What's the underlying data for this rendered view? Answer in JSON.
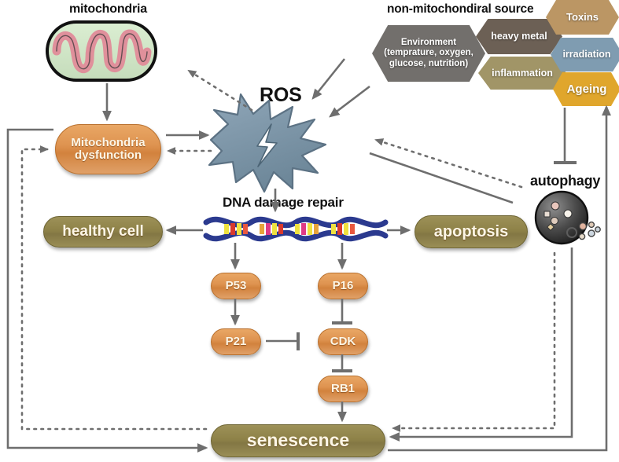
{
  "figure": {
    "title": "ROS-mediated DNA damage, senescence and autophagy pathway diagram",
    "labels": {
      "mitochondria": "mitochondria",
      "non_mitochondrial_source": "non-mitochondiral source",
      "ros": "ROS",
      "dna_damage_repair": "DNA damage repair",
      "autophagy": "autophagy"
    }
  },
  "nodes": {
    "mitochondria_dysfunction": "Mitochondria dysfunction",
    "healthy_cell": "healthy cell",
    "apoptosis": "apoptosis",
    "senescence": "senescence",
    "p53": "P53",
    "p21": "P21",
    "p16": "P16",
    "cdk": "CDK",
    "rb1": "RB1"
  },
  "sources": [
    {
      "id": "environment",
      "label": "Environment (tempratureoxygen, glucose, nutrition)",
      "line1": "Environment",
      "line2": "(temprature, oxygen,",
      "line3": "glucose,  nutrition)",
      "color": "#726f6c"
    },
    {
      "id": "heavy-metal",
      "label": "heavy metal",
      "color": "#6c6055"
    },
    {
      "id": "inflammation",
      "label": "inflammation",
      "color": "#a19567"
    },
    {
      "id": "toxins",
      "label": "Toxins",
      "color": "#bb9664"
    },
    {
      "id": "irradiation",
      "label": "irradiation",
      "color": "#7f9cb1"
    },
    {
      "id": "ageing",
      "label": "Ageing",
      "color": "#e0a62c"
    }
  ],
  "colors": {
    "orange_node": "#de9350",
    "olive_node": "#8e8248",
    "ros_star": "#7e99ad",
    "arrow_gray": "#6e6e6e",
    "dna_backbone": "#2b3a8f",
    "mitochondria_outer": "#cfe3c6",
    "mitochondria_cristae": "#f0a9b4"
  },
  "edges": [
    {
      "from": "mitochondria",
      "to": "mitochondria_dysfunction",
      "type": "arrow"
    },
    {
      "from": "mitochondria_dysfunction",
      "to": "ros",
      "type": "arrow"
    },
    {
      "from": "ros",
      "to": "mitochondria_dysfunction",
      "type": "dotted-arrow"
    },
    {
      "from": "ros",
      "to": "mitochondria",
      "type": "dotted-arrow"
    },
    {
      "from": "environment",
      "to": "ros",
      "type": "arrow"
    },
    {
      "from": "non_mitochondrial_sources",
      "to": "ros",
      "type": "arrow"
    },
    {
      "from": "ros",
      "to": "dna",
      "type": "arrow"
    },
    {
      "from": "dna",
      "to": "healthy_cell",
      "type": "arrow"
    },
    {
      "from": "dna",
      "to": "apoptosis",
      "type": "arrow"
    },
    {
      "from": "dna",
      "to": "p53",
      "type": "arrow"
    },
    {
      "from": "dna",
      "to": "p16",
      "type": "arrow"
    },
    {
      "from": "p53",
      "to": "p21",
      "type": "arrow"
    },
    {
      "from": "p21",
      "to": "cdk",
      "type": "inhibition"
    },
    {
      "from": "p16",
      "to": "cdk",
      "type": "inhibition"
    },
    {
      "from": "cdk",
      "to": "rb1",
      "type": "inhibition"
    },
    {
      "from": "rb1",
      "to": "senescence",
      "type": "arrow"
    },
    {
      "from": "autophagy",
      "to": "ros",
      "type": "dotted-arrow"
    },
    {
      "from": "autophagy",
      "to": "ros",
      "type": "line"
    },
    {
      "from": "autophagy",
      "to": "ageing",
      "type": "inhibition"
    },
    {
      "from": "autophagy",
      "to": "senescence",
      "type": "dotted-arrow"
    },
    {
      "from": "senescence",
      "to": "ageing",
      "type": "arrow"
    },
    {
      "from": "senescence",
      "to": "mitochondria_dysfunction",
      "type": "dotted-arrow"
    },
    {
      "from": "mitochondria_dysfunction",
      "to": "senescence",
      "type": "arrow"
    }
  ]
}
